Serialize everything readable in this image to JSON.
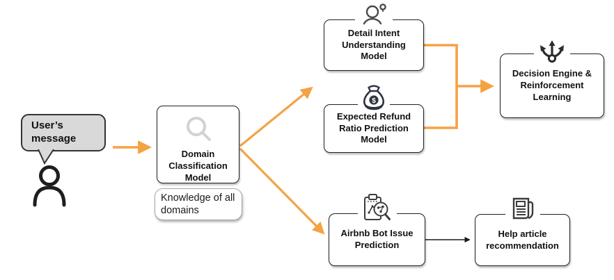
{
  "user": {
    "bubble_label": "User’s message"
  },
  "nodes": {
    "domain": {
      "label": "Domain Classification Model",
      "caption": "Knowledge of all domains",
      "icon": "magnifier-icon"
    },
    "detail": {
      "label": "Detail Intent Understanding Model",
      "icon": "person-idea-icon"
    },
    "refund": {
      "label": "Expected Refund Ratio Prediction Model",
      "icon": "money-bag-icon"
    },
    "decision": {
      "label": "Decision Engine & Reinforcement Learning",
      "icon": "branch-arrows-icon"
    },
    "bot": {
      "label": "Airbnb Bot Issue Prediction",
      "icon": "clipboard-search-icon"
    },
    "help": {
      "label": "Help article recommendation",
      "icon": "news-article-icon"
    }
  },
  "edges": [
    {
      "from": "user-message",
      "to": "domain-classification-model",
      "color": "orange"
    },
    {
      "from": "domain-classification-model",
      "to": "detail-intent-understanding-model",
      "color": "orange"
    },
    {
      "from": "domain-classification-model",
      "to": "expected-refund-ratio-prediction-model",
      "color": "orange"
    },
    {
      "from": "domain-classification-model",
      "to": "airbnb-bot-issue-prediction",
      "color": "orange"
    },
    {
      "from": "detail-intent-understanding-model",
      "to": "decision-engine-reinforcement-learning",
      "color": "orange"
    },
    {
      "from": "expected-refund-ratio-prediction-model",
      "to": "decision-engine-reinforcement-learning",
      "color": "orange"
    },
    {
      "from": "airbnb-bot-issue-prediction",
      "to": "help-article-recommendation",
      "color": "black"
    }
  ],
  "colors": {
    "arrow": "#F5A243",
    "bubble_fill": "#D9D9D9",
    "box_border": "#1F1F1F"
  }
}
